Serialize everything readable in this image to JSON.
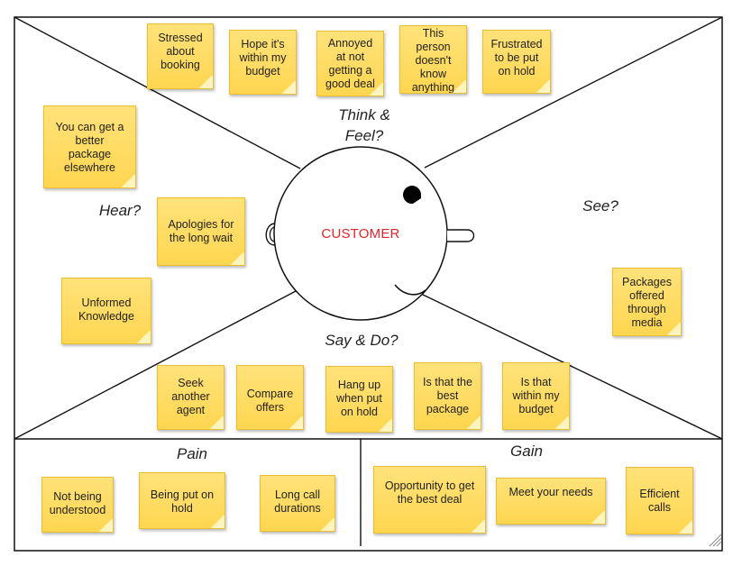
{
  "center": {
    "label": "CUSTOMER"
  },
  "sections": {
    "think_feel": "Think &\nFeel?",
    "hear": "Hear?",
    "see": "See?",
    "say_do": "Say & Do?",
    "pain": "Pain",
    "gain": "Gain"
  },
  "notes": {
    "think_feel": [
      "Stressed\nabout\nbooking",
      "Hope it's\nwithin my\nbudget",
      "Annoyed\nat not\ngetting a\ngood deal",
      "This\nperson\ndoesn't\nknow\nanything",
      "Frustrated\nto be put\non hold"
    ],
    "hear": [
      "You can get a\nbetter\npackage\nelsewhere",
      "Apologies for\nthe long wait",
      "Unformed\nKnowledge"
    ],
    "see": [
      "Packages\noffered\nthrough\nmedia"
    ],
    "say_do": [
      "Seek\nanother\nagent",
      "Compare\noffers",
      "Hang up\nwhen put\non hold",
      "Is that the\nbest\npackage",
      "Is that\nwithin my\nbudget"
    ],
    "pain": [
      "Not being\nunderstood",
      "Being put on\nhold",
      "Long call\ndurations"
    ],
    "gain": [
      "Opportunity to get\nthe best deal",
      "Meet your needs",
      "Efficient\ncalls"
    ]
  },
  "colors": {
    "note_fill": "#ffd961",
    "customer_label": "#e0242b",
    "lines": "#111111"
  }
}
